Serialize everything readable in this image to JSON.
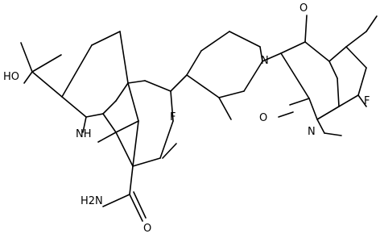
{
  "molecule": {
    "labels": {
      "ho": "HO",
      "nh": "NH",
      "h2n": "H2N",
      "o_amide": "O",
      "f_indole": "F",
      "n3": "N",
      "o_c4": "O",
      "o_c2": "O",
      "n1": "N",
      "f_8": "F"
    },
    "colors": {
      "bond": "#000000",
      "label": "#000000",
      "background": "#ffffff"
    }
  }
}
